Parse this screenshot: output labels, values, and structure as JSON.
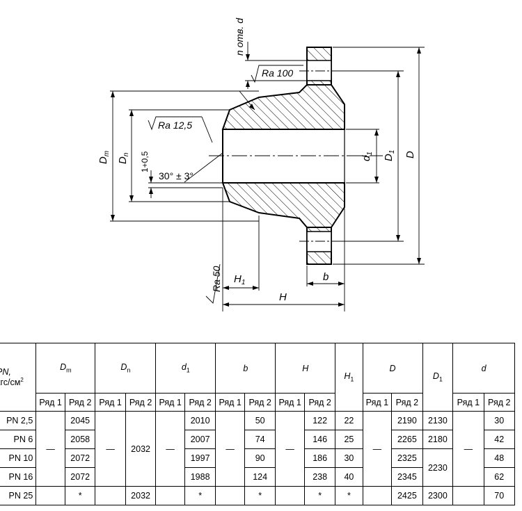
{
  "drawing": {
    "labels": {
      "holes": "n отв. d",
      "ra100": "Ra 100",
      "ra125": "Ra 12,5",
      "ra50": "Ra 50",
      "tol": "1+0,5",
      "angle": "30° ± 3°",
      "dm_main": "D",
      "dm_sub": "m",
      "dn_main": "D",
      "dn_sub": "n",
      "d1_main": "d",
      "d1_sub": "1",
      "D1_main": "D",
      "D1_sub": "1",
      "D": "D",
      "H1_main": "H",
      "H1_sub": "1",
      "b": "b",
      "H": "H"
    }
  },
  "table": {
    "header": {
      "pn": "PN,",
      "pn_unit": "кгс/см",
      "pn_unit_sup": "2",
      "dm": "D",
      "dm_sub": "m",
      "dn": "D",
      "dn_sub": "n",
      "d1": "d",
      "d1_sub": "1",
      "b": "b",
      "H": "H",
      "H1": "H",
      "H1_sub": "1",
      "D": "D",
      "D1": "D",
      "D1_sub": "1",
      "d": "d",
      "row1": "Ряд 1",
      "row2": "Ряд 2"
    },
    "dash": "—",
    "rows": [
      {
        "pn": "PN 2,5",
        "dm2": "2045",
        "d1_2": "2010",
        "b2": "50",
        "H2": "122",
        "H1": "22",
        "D2": "2190",
        "D1": "2130",
        "d2": "30"
      },
      {
        "pn": "PN 6",
        "dm2": "2058",
        "d1_2": "2007",
        "b2": "74",
        "H2": "146",
        "H1": "25",
        "D2": "2265",
        "D1": "2180",
        "d2": "42"
      },
      {
        "pn": "PN 10",
        "dm2": "2072",
        "d1_2": "1997",
        "b2": "90",
        "H2": "186",
        "H1": "30",
        "D2": "2325",
        "d2": "48"
      },
      {
        "pn": "PN 16",
        "dm2": "2072",
        "d1_2": "1988",
        "b2": "124",
        "H2": "238",
        "H1": "40",
        "D2": "2345",
        "d2": "62"
      },
      {
        "pn": "PN 25",
        "dm2": "*",
        "dn2": "2032",
        "d1_2": "*",
        "b2": "*",
        "H2": "*",
        "H1": "*",
        "D2": "2425",
        "D1": "2300",
        "d2": "70"
      }
    ],
    "merged": {
      "dn_rows1to4": "2032",
      "D1_rows3to4": "2230"
    }
  }
}
